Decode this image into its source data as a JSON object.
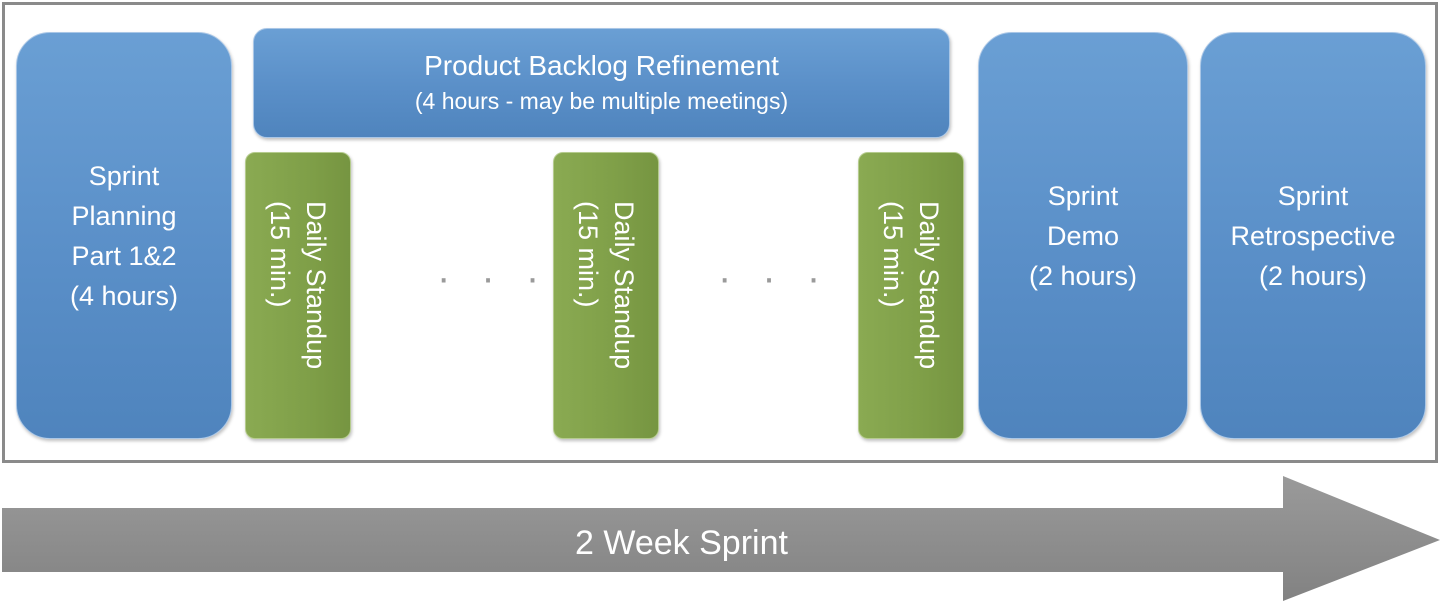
{
  "planning": {
    "lines": [
      "Sprint",
      "Planning",
      "Part 1&2",
      "(4 hours)"
    ]
  },
  "refinement": {
    "title": "Product Backlog Refinement",
    "subtitle": "(4 hours - may be multiple meetings)"
  },
  "standups": [
    {
      "line1": "Daily Standup",
      "line2": "(15 min.)"
    },
    {
      "line1": "Daily Standup",
      "line2": "(15 min.)"
    },
    {
      "line1": "Daily Standup",
      "line2": "(15 min.)"
    }
  ],
  "ellipsis": "· · ·",
  "demo": {
    "lines": [
      "Sprint",
      "Demo",
      "(2 hours)"
    ]
  },
  "retrospective": {
    "lines": [
      "Sprint",
      "Retrospective",
      "(2 hours)"
    ]
  },
  "timeline": {
    "label": "2 Week Sprint"
  },
  "colors": {
    "blue_box": "#5b8fc9",
    "green_box": "#7f9f48",
    "frame": "#8a8a8a",
    "arrow": "#8c8c8c"
  }
}
